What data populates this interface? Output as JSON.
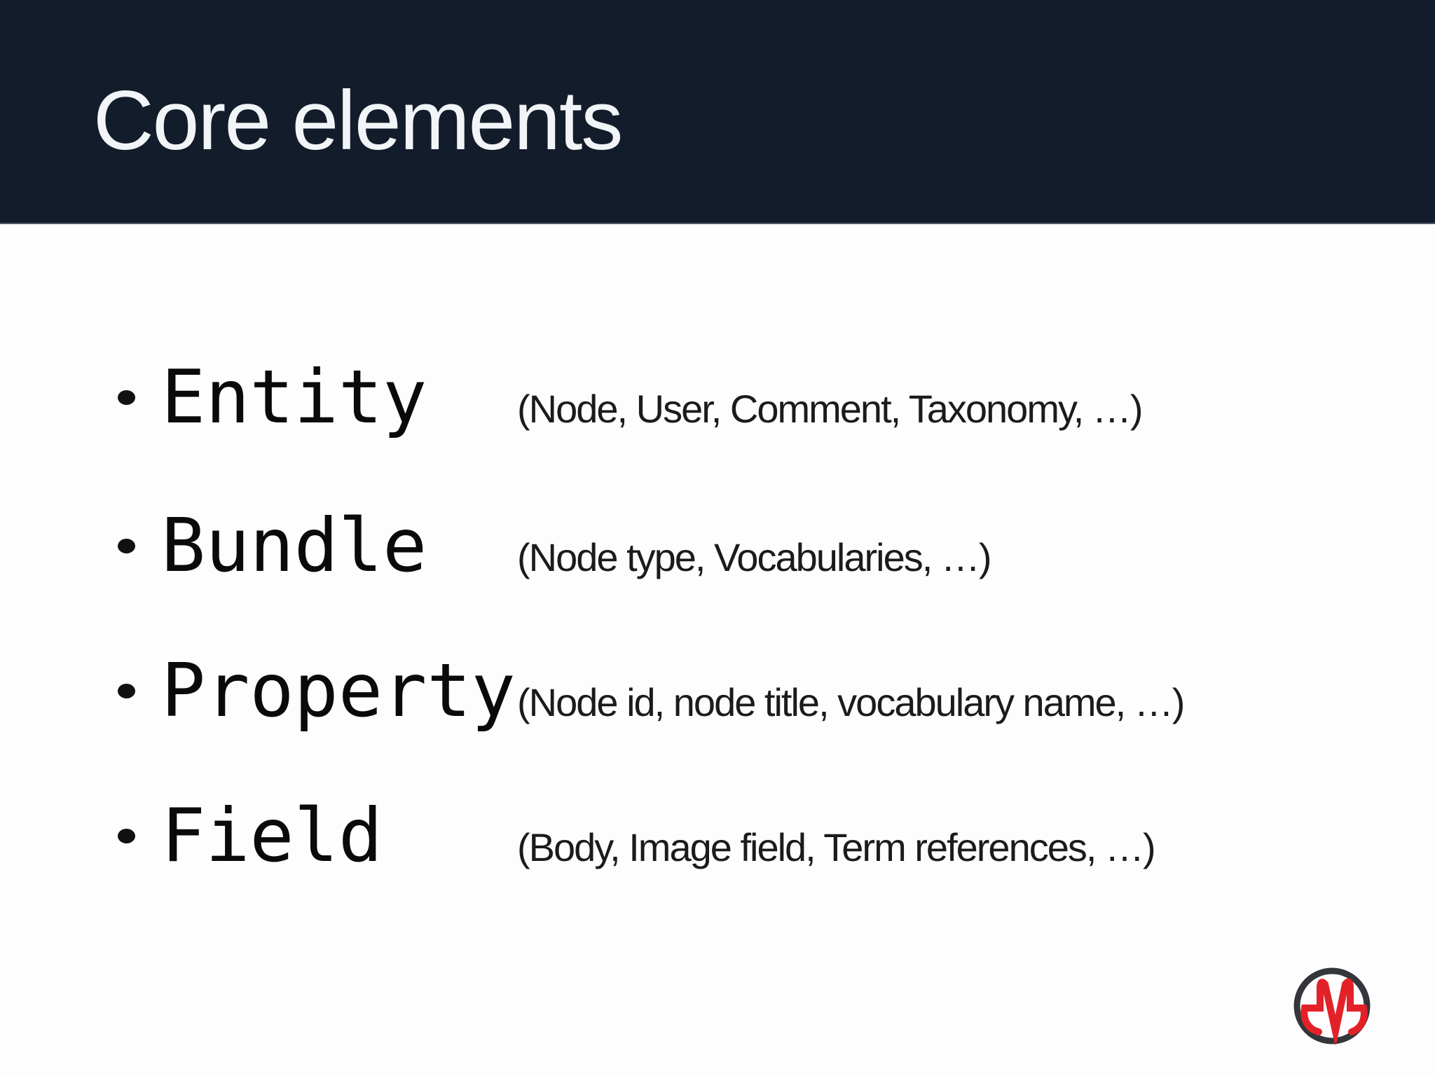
{
  "header": {
    "title": "Core elements"
  },
  "bullets": [
    {
      "term": "Entity",
      "description": "(Node, User, Comment, Taxonomy, …)"
    },
    {
      "term": "Bundle",
      "description": "(Node type, Vocabularies, …)"
    },
    {
      "term": "Property",
      "description": "(Node id, node title, vocabulary name, …)"
    },
    {
      "term": "Field",
      "description": "(Body, Image field, Term references, …)"
    }
  ],
  "logo": {
    "icon": "pulse-m-logo"
  },
  "colors": {
    "header_bg": "#131c2a",
    "header_rule": "#505a68",
    "slide_bg": "#fdfdfe",
    "title_color": "#f2f5f7",
    "term_color": "#0a0a0a",
    "desc_color": "#1b1b1b",
    "bullet_color": "#111111",
    "logo_ring": "#33363b",
    "logo_red": "#e32128"
  }
}
